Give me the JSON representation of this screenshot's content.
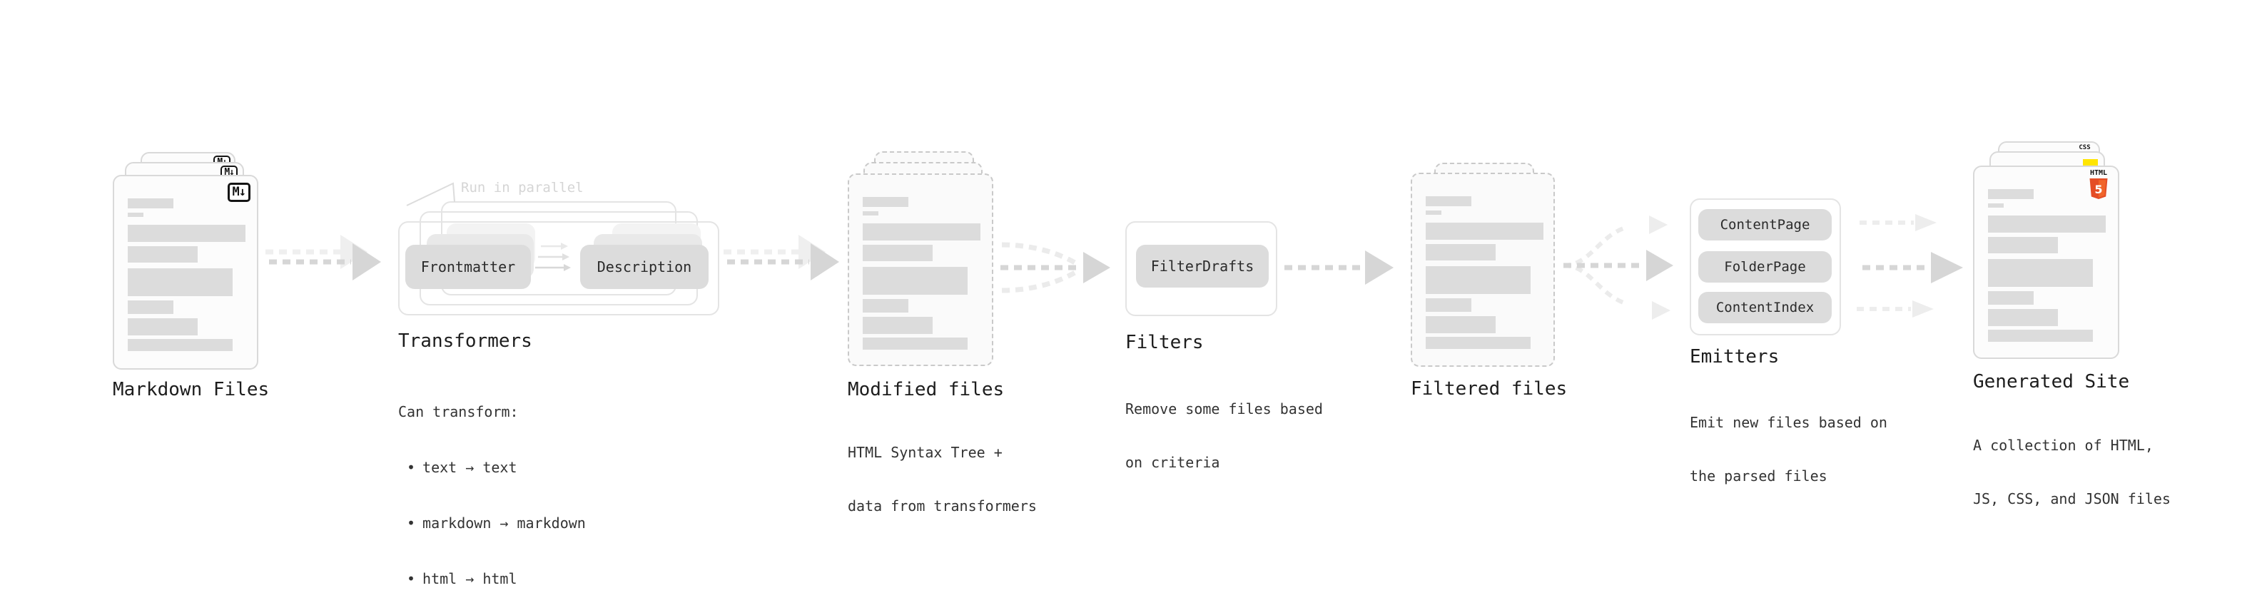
{
  "stages": {
    "markdown_files": {
      "label": "Markdown Files"
    },
    "transformers": {
      "label": "Transformers",
      "annotation": "Run in parallel",
      "pill_left": "Frontmatter",
      "pill_right": "Description",
      "desc_heading": "Can transform:",
      "bullet_char": "•",
      "bullets": [
        "text → text",
        "markdown → markdown",
        "html → html"
      ]
    },
    "modified_files": {
      "label": "Modified files",
      "desc_line1": "HTML Syntax Tree +",
      "desc_line2": "data from transformers"
    },
    "filters": {
      "label": "Filters",
      "pill": "FilterDrafts",
      "desc_line1": "Remove some files based",
      "desc_line2": "on criteria"
    },
    "filtered_files": {
      "label": "Filtered files"
    },
    "emitters": {
      "label": "Emitters",
      "pills": [
        "ContentPage",
        "FolderPage",
        "ContentIndex"
      ],
      "desc_line1": "Emit new files based on",
      "desc_line2": "the parsed files"
    },
    "generated_site": {
      "label": "Generated Site",
      "desc_line1": "A collection of HTML,",
      "desc_line2": "JS, CSS, and JSON files"
    }
  },
  "icons": {
    "markdown_badge": "M↓",
    "html5_label": "HTML",
    "html5_number": "5",
    "css_badge": "CSS"
  },
  "colors": {
    "html5_orange": "#E44D26",
    "html5_orange_light": "#F16529",
    "css_blue": "#2962FF",
    "js_yellow": "#FFE500",
    "arrow_main": "#D6D6D6",
    "arrow_ghost": "#EDEDED"
  }
}
